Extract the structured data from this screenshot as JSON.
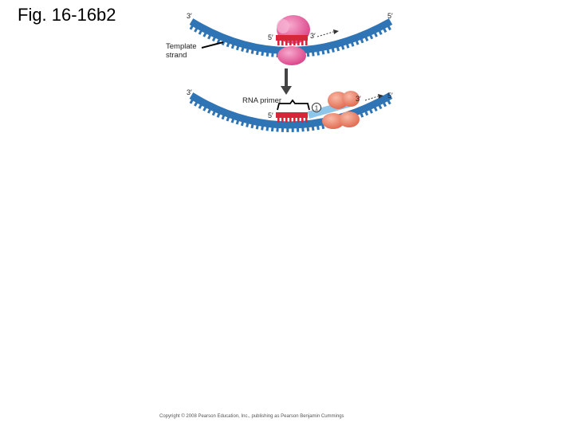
{
  "figure": {
    "title": "Fig. 16-16b2"
  },
  "top_panel": {
    "end_left": "3′",
    "end_right": "5′",
    "primase_left_end": "5′",
    "primase_right_end": "3′",
    "template_label_line1": "Template",
    "template_label_line2": "strand"
  },
  "bottom_panel": {
    "end_left": "3′",
    "end_right": "5′",
    "primer_left_end": "5′",
    "primer_label": "RNA primer",
    "step_number": "1",
    "polymerase_end": "3′"
  },
  "colors": {
    "dna_strand": "#2f74b5",
    "dna_dark": "#1f5a93",
    "rna_primer": "#d6263a",
    "primase": "#e85a9b",
    "polymerase": "#ec8a73",
    "new_dna": "#8ec6ea"
  },
  "copyright": "Copyright © 2008 Pearson Education, Inc., publishing as Pearson Benjamin Cummings"
}
